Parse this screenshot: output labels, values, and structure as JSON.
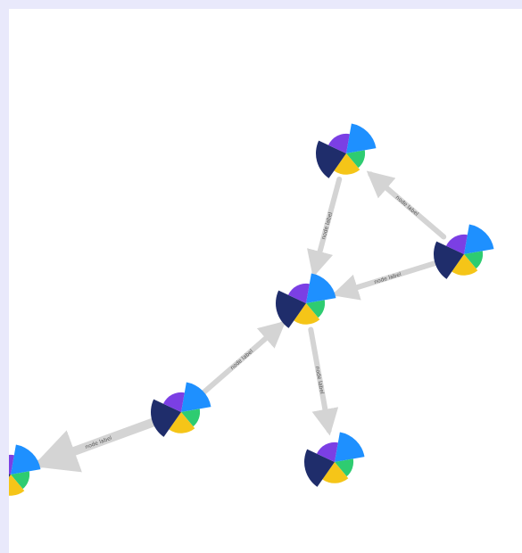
{
  "graph": {
    "colors": {
      "page_background": "#e9e9fb",
      "canvas_background": "#ffffff",
      "edge": "#d4d4d4",
      "edge_label": "#555555",
      "slice_blue": "#1e90ff",
      "slice_green": "#2ecc71",
      "slice_yellow": "#f5c518",
      "slice_navy": "#1f2d6b",
      "slice_purple": "#7b3fe4"
    },
    "nodes": [
      {
        "id": "top"
      },
      {
        "id": "right"
      },
      {
        "id": "center"
      },
      {
        "id": "bottom"
      },
      {
        "id": "lower-left"
      },
      {
        "id": "far-left"
      }
    ],
    "edges": [
      {
        "from": "right",
        "to": "top",
        "label": "node label"
      },
      {
        "from": "top",
        "to": "center",
        "label": "node label"
      },
      {
        "from": "right",
        "to": "center",
        "label": "node label"
      },
      {
        "from": "center",
        "to": "bottom",
        "label": "node label"
      },
      {
        "from": "lower-left",
        "to": "center",
        "label": "node label"
      },
      {
        "from": "lower-left",
        "to": "far-left",
        "label": "node label"
      }
    ]
  }
}
